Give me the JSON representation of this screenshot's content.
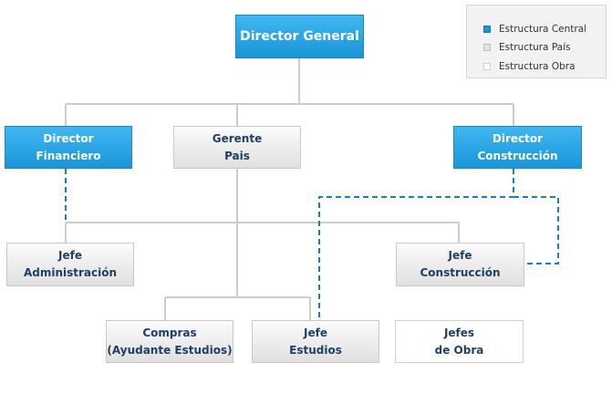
{
  "nodes": {
    "director_general": "Director General",
    "director_financiero": "Director\nFinanciero",
    "gerente_pais": "Gerente\nPais",
    "director_construccion": "Director\nConstrucción",
    "jefe_administracion": "Jefe\nAdministración",
    "jefe_construccion": "Jefe\nConstrucción",
    "compras": "Compras\n(Ayudante Estudios)",
    "jefe_estudios": "Jefe\nEstudios",
    "jefes_obra": "Jefes\nde Obra"
  },
  "legend": {
    "central": "Estructura Central",
    "pais": "Estructura País",
    "obra": "Estructura Obra"
  },
  "colors": {
    "central": "#1c95d8",
    "pais": "#e2e2e2",
    "obra": "#ffffff",
    "solid_line": "#cccccc",
    "dashed_line": "#1a7fc0"
  }
}
